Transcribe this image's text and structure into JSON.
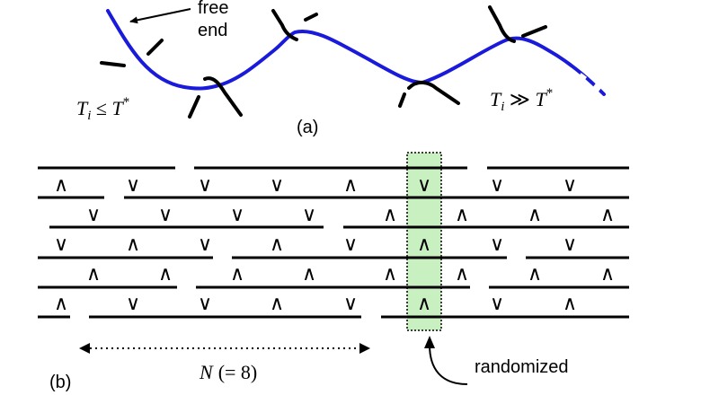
{
  "panel_a": {
    "label": "(a)",
    "free_end_line1": "free",
    "free_end_line2": "end",
    "left_relation": {
      "var": "T",
      "sub": "i",
      "op": " ≤ ",
      "rhs": "T",
      "sup": "*"
    },
    "right_relation": {
      "var": "T",
      "sub": "i",
      "op": " ≫ ",
      "rhs": "T",
      "sup": "*"
    }
  },
  "panel_b": {
    "label": "(b)",
    "n_symbol": "N",
    "n_value": "(= 8)",
    "randomized_label": "randomized",
    "up_symbol": "∧",
    "down_symbol": "∨",
    "rows": [
      "∧∨∨∨∧∨∨∨",
      "∨∨∨∨∧∧∧∧",
      "∨∧∨∧∨∧∨∨",
      "∧∧∧∧∧∧∧∧",
      "∧∨∨∧∨∧∨∧"
    ]
  },
  "colors": {
    "strand": "#1a1adb",
    "highlight_fill": "#c8f0c0",
    "ink": "#000000"
  }
}
